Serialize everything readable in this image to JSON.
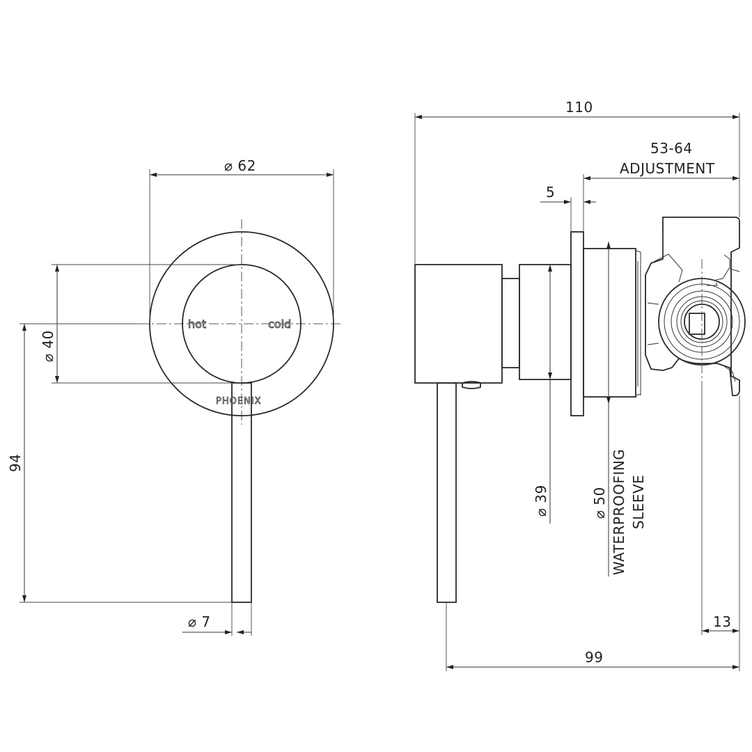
{
  "front_view": {
    "dim_plate_diameter": "⌀ 62",
    "dim_handle_diameter": "⌀ 40",
    "dim_overall_height": "94",
    "dim_lever_diameter": "⌀ 7",
    "label_hot": "hot",
    "label_cold": "cold",
    "label_brand": "PHOENIX"
  },
  "side_view": {
    "dim_overall_depth": "110",
    "dim_adjustment_range": "53-64",
    "dim_adjustment_word": "ADJUSTMENT",
    "dim_plate_thickness": "5",
    "dim_body_diameter": "⌀ 39",
    "dim_sleeve_diameter": "⌀ 50",
    "label_sleeve_line1": "WATERPROOFING",
    "label_sleeve_line2": "SLEEVE",
    "dim_rear_offset": "13",
    "dim_lever_depth": "99"
  }
}
